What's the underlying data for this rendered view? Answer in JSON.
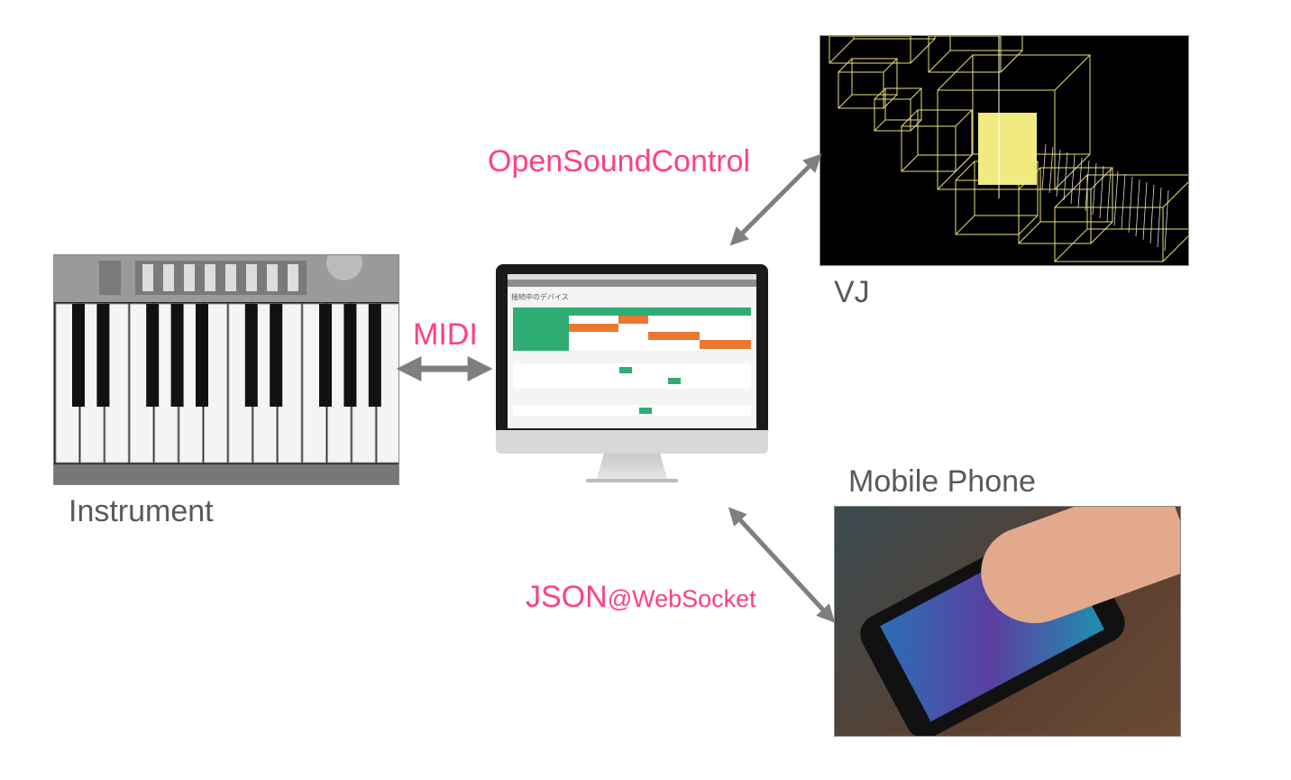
{
  "nodes": {
    "instrument": {
      "label": "Instrument"
    },
    "vj": {
      "label": "VJ"
    },
    "mobile": {
      "label": "Mobile Phone"
    },
    "computer": {
      "screen_title": "接続中のデバイス"
    }
  },
  "protocols": {
    "midi": "MIDI",
    "osc": "OpenSoundControl",
    "json": "JSON",
    "json_suffix": "@WebSocket"
  },
  "colors": {
    "protocol": "#ff4081",
    "arrow": "#7f7f7f",
    "label": "#595959",
    "app_green": "#2eae74",
    "app_orange": "#e8792f"
  }
}
